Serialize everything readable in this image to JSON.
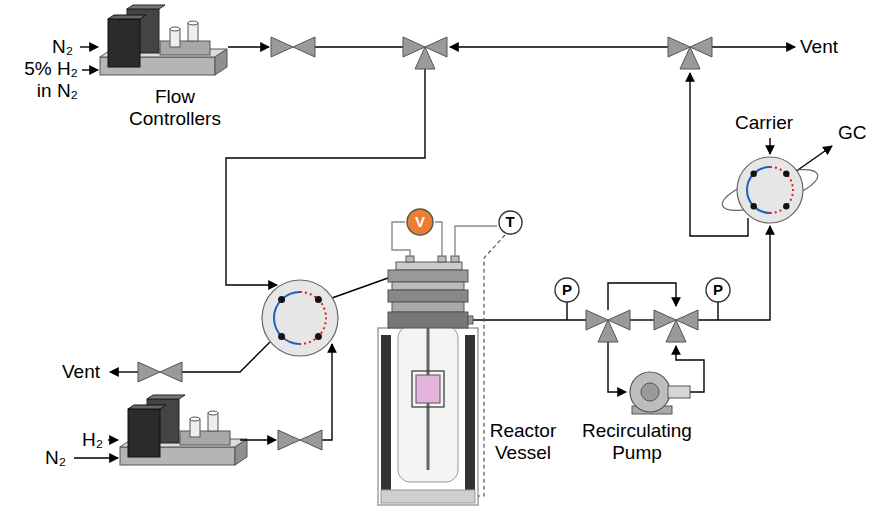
{
  "diagram": {
    "nodes": [
      {
        "text": [
          "V"
        ]
      },
      {
        "text": [
          "T"
        ]
      },
      {
        "text": [
          "P"
        ]
      },
      {
        "text": [
          "P"
        ]
      }
    ],
    "labels": [
      "N₂",
      "5% H₂ in N₂",
      "Flow Controllers",
      "Vent",
      "Carrier",
      "GC",
      "Vent",
      "H₂",
      "N₂",
      "Reactor Vessel",
      "Recirculating Pump"
    ]
  }
}
